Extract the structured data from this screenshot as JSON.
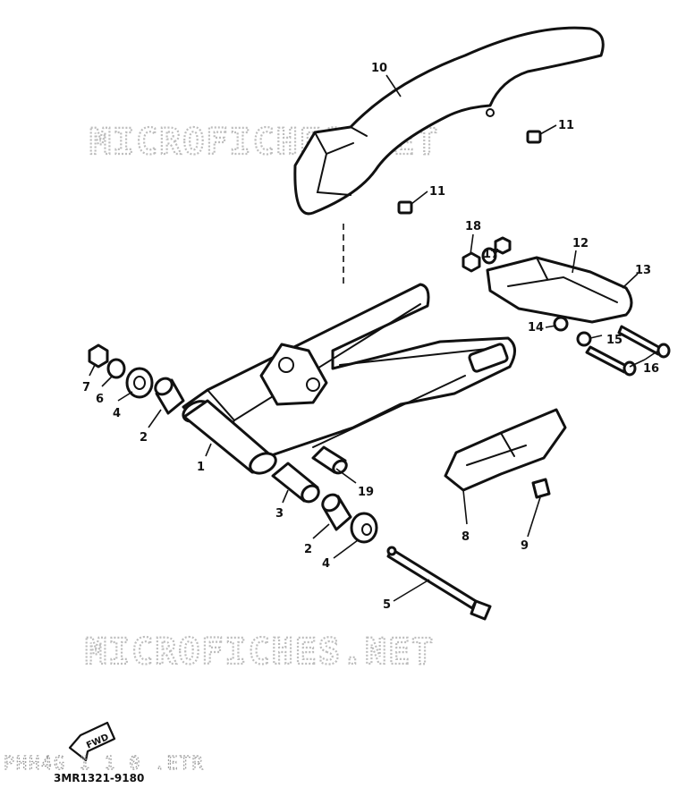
{
  "watermark_top": "MICROFICHES.NET",
  "watermark_bottom": "MICROFICHES.NET",
  "callouts": {
    "c1": "1",
    "c2a": "2",
    "c2b": "2",
    "c3": "3",
    "c4a": "4",
    "c4b": "4",
    "c5": "5",
    "c6": "6",
    "c7": "7",
    "c8": "8",
    "c9": "9",
    "c10": "10",
    "c11a": "11",
    "c11b": "11",
    "c12": "12",
    "c13": "13",
    "c14": "14",
    "c15": "15",
    "c16": "16",
    "c17": "17",
    "c18": "18",
    "c19": "19"
  },
  "fwd_label": "FWD",
  "faint_code": "PHH4G 1 1 0 .ETR",
  "diagram_code": "3MR1321-9180"
}
